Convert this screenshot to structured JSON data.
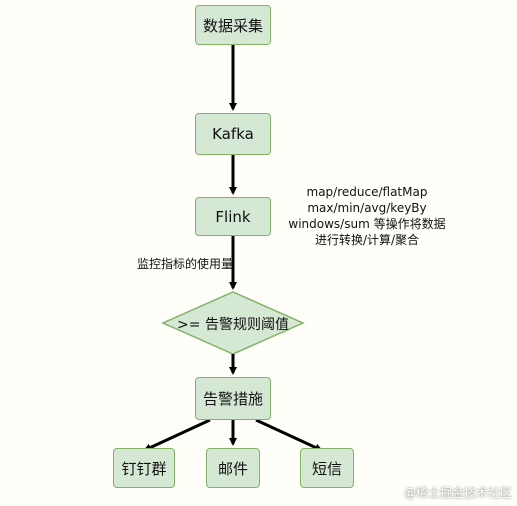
{
  "nodes": {
    "collect": "数据采集",
    "kafka": "Kafka",
    "flink": "Flink",
    "rule": ">= 告警规则阈值",
    "alert": "告警措施",
    "dingtalk": "钉钉群",
    "email": "邮件",
    "sms": "短信"
  },
  "annotations": {
    "metric_usage": "监控指标的使用量",
    "flink_ops": [
      "map/reduce/flatMap",
      "max/min/avg/keyBy",
      "windows/sum 等操作将数据",
      "进行转换/计算/聚合"
    ]
  },
  "watermark": "@稀土掘金技术社区",
  "colors": {
    "node_fill": "#d5e8d4",
    "node_border": "#82b366",
    "arrow": "#000000",
    "background": "#fffef9"
  }
}
